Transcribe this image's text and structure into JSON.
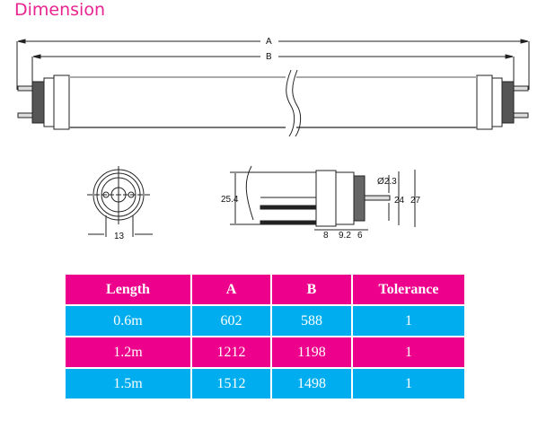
{
  "title": "Dimension",
  "diagram": {
    "label_a": "A",
    "label_b": "B",
    "dim_13": "13",
    "dim_25_4": "25.4",
    "dim_2_3": "Ø2.3",
    "dim_24": "24",
    "dim_27": "27",
    "dim_8": "8",
    "dim_9_2": "9.2",
    "dim_6": "6"
  },
  "colors": {
    "pink": "#ec008c",
    "cyan": "#00aeef"
  },
  "table": {
    "headers": [
      "Length",
      "A",
      "B",
      "Tolerance"
    ],
    "rows": [
      [
        "0.6m",
        "602",
        "588",
        "1"
      ],
      [
        "1.2m",
        "1212",
        "1198",
        "1"
      ],
      [
        "1.5m",
        "1512",
        "1498",
        "1"
      ]
    ]
  }
}
